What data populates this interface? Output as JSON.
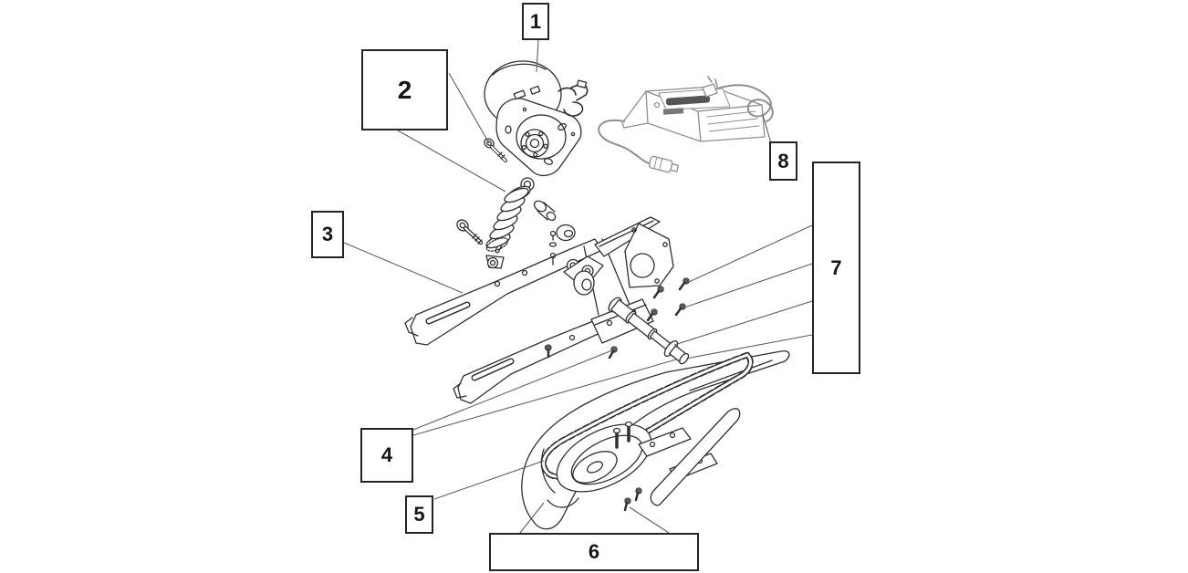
{
  "figure": {
    "type": "exploded-parts-diagram",
    "title": "",
    "background_color": "#ffffff",
    "colors": {
      "artwork": "#2f2f2f",
      "charger": "#8f8f8f",
      "leader": "#5f5f5f",
      "callout_border": "#242424",
      "callout_text": "#161616"
    },
    "callouts": [
      {
        "label": "1",
        "part": "motor"
      },
      {
        "label": "2",
        "part": "shock-absorber"
      },
      {
        "label": "3",
        "part": "swingarm"
      },
      {
        "label": "4",
        "part": "axle-bolt"
      },
      {
        "label": "5",
        "part": "chain"
      },
      {
        "label": "6",
        "part": "chain-guard"
      },
      {
        "label": "7",
        "part": "axle-hardware"
      },
      {
        "label": "8",
        "part": "battery-charger"
      }
    ]
  }
}
